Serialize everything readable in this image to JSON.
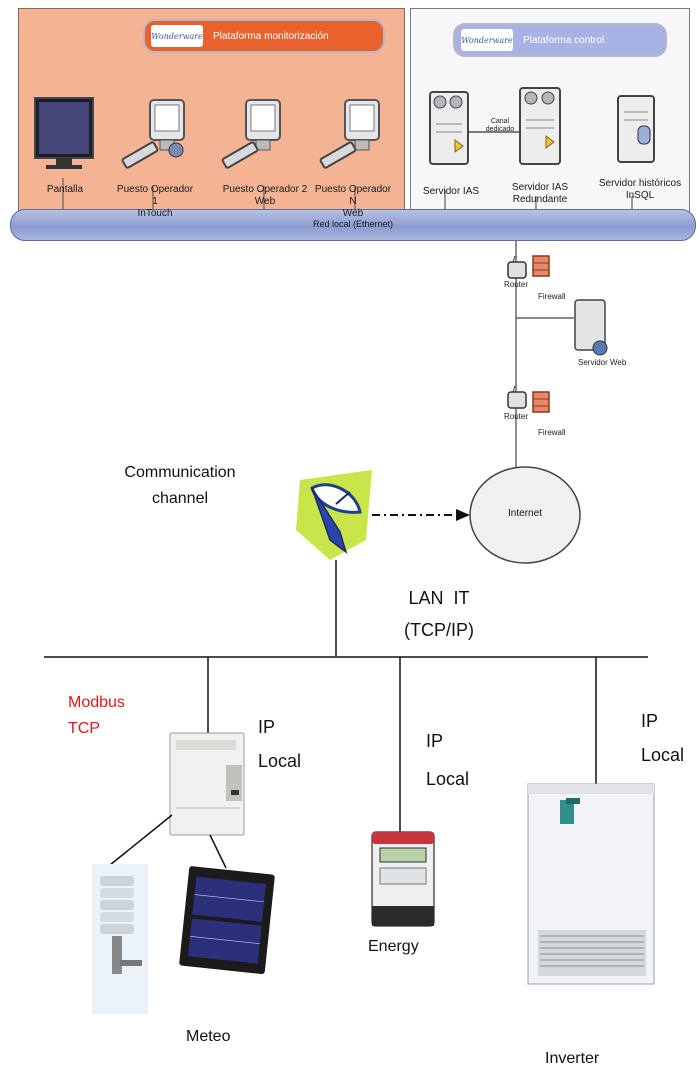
{
  "top": {
    "monitoring_platform": "Plataforma monitorización",
    "control_platform": "Plataforma control",
    "logo_text": "Wonderware",
    "screen_label": "Pantalla",
    "operator1_label": "Puesto Operador 1",
    "operator1_sub": "InTouch",
    "operator2_label": "Puesto Operador 2",
    "operator2_sub": "Web",
    "operatorN_label": "Puesto Operador N",
    "operatorN_sub": "Web",
    "server_ias": "Servidor IAS",
    "server_ias_redundant": "Servidor IAS",
    "server_ias_redundant_sub": "Redundante",
    "server_historic": "Servidor históricos",
    "server_historic_sub": "InSQL",
    "dedicated_channel_1": "Canal",
    "dedicated_channel_2": "dedicado",
    "lan_bus": "Red local (Ethernet)"
  },
  "dmz": {
    "router1": "Router",
    "firewall1": "Firewall",
    "web_server": "Servidor Web",
    "router2": "Router",
    "firewall2": "Firewall",
    "internet": "Internet"
  },
  "bottom": {
    "comm_channel_1": "Communication",
    "comm_channel_2": "channel",
    "lan_it_1": "LAN  IT",
    "lan_it_2": "(TCP/IP)",
    "modbus_1": "Modbus",
    "modbus_2": "TCP",
    "ip_1": "IP",
    "local_1": "Local",
    "ip_2": "IP",
    "local_2": "Local",
    "ip_3": "IP",
    "local_3": "Local",
    "energy": "Energy",
    "meteo": "Meteo",
    "inverter": "Inverter"
  },
  "colors": {
    "monitoring_bg": "#f4b393",
    "monitoring_banner": "#e9622e",
    "control_banner": "#a9b2e4",
    "modbus_text": "#e8161b",
    "bus": "#8a9bd0"
  }
}
